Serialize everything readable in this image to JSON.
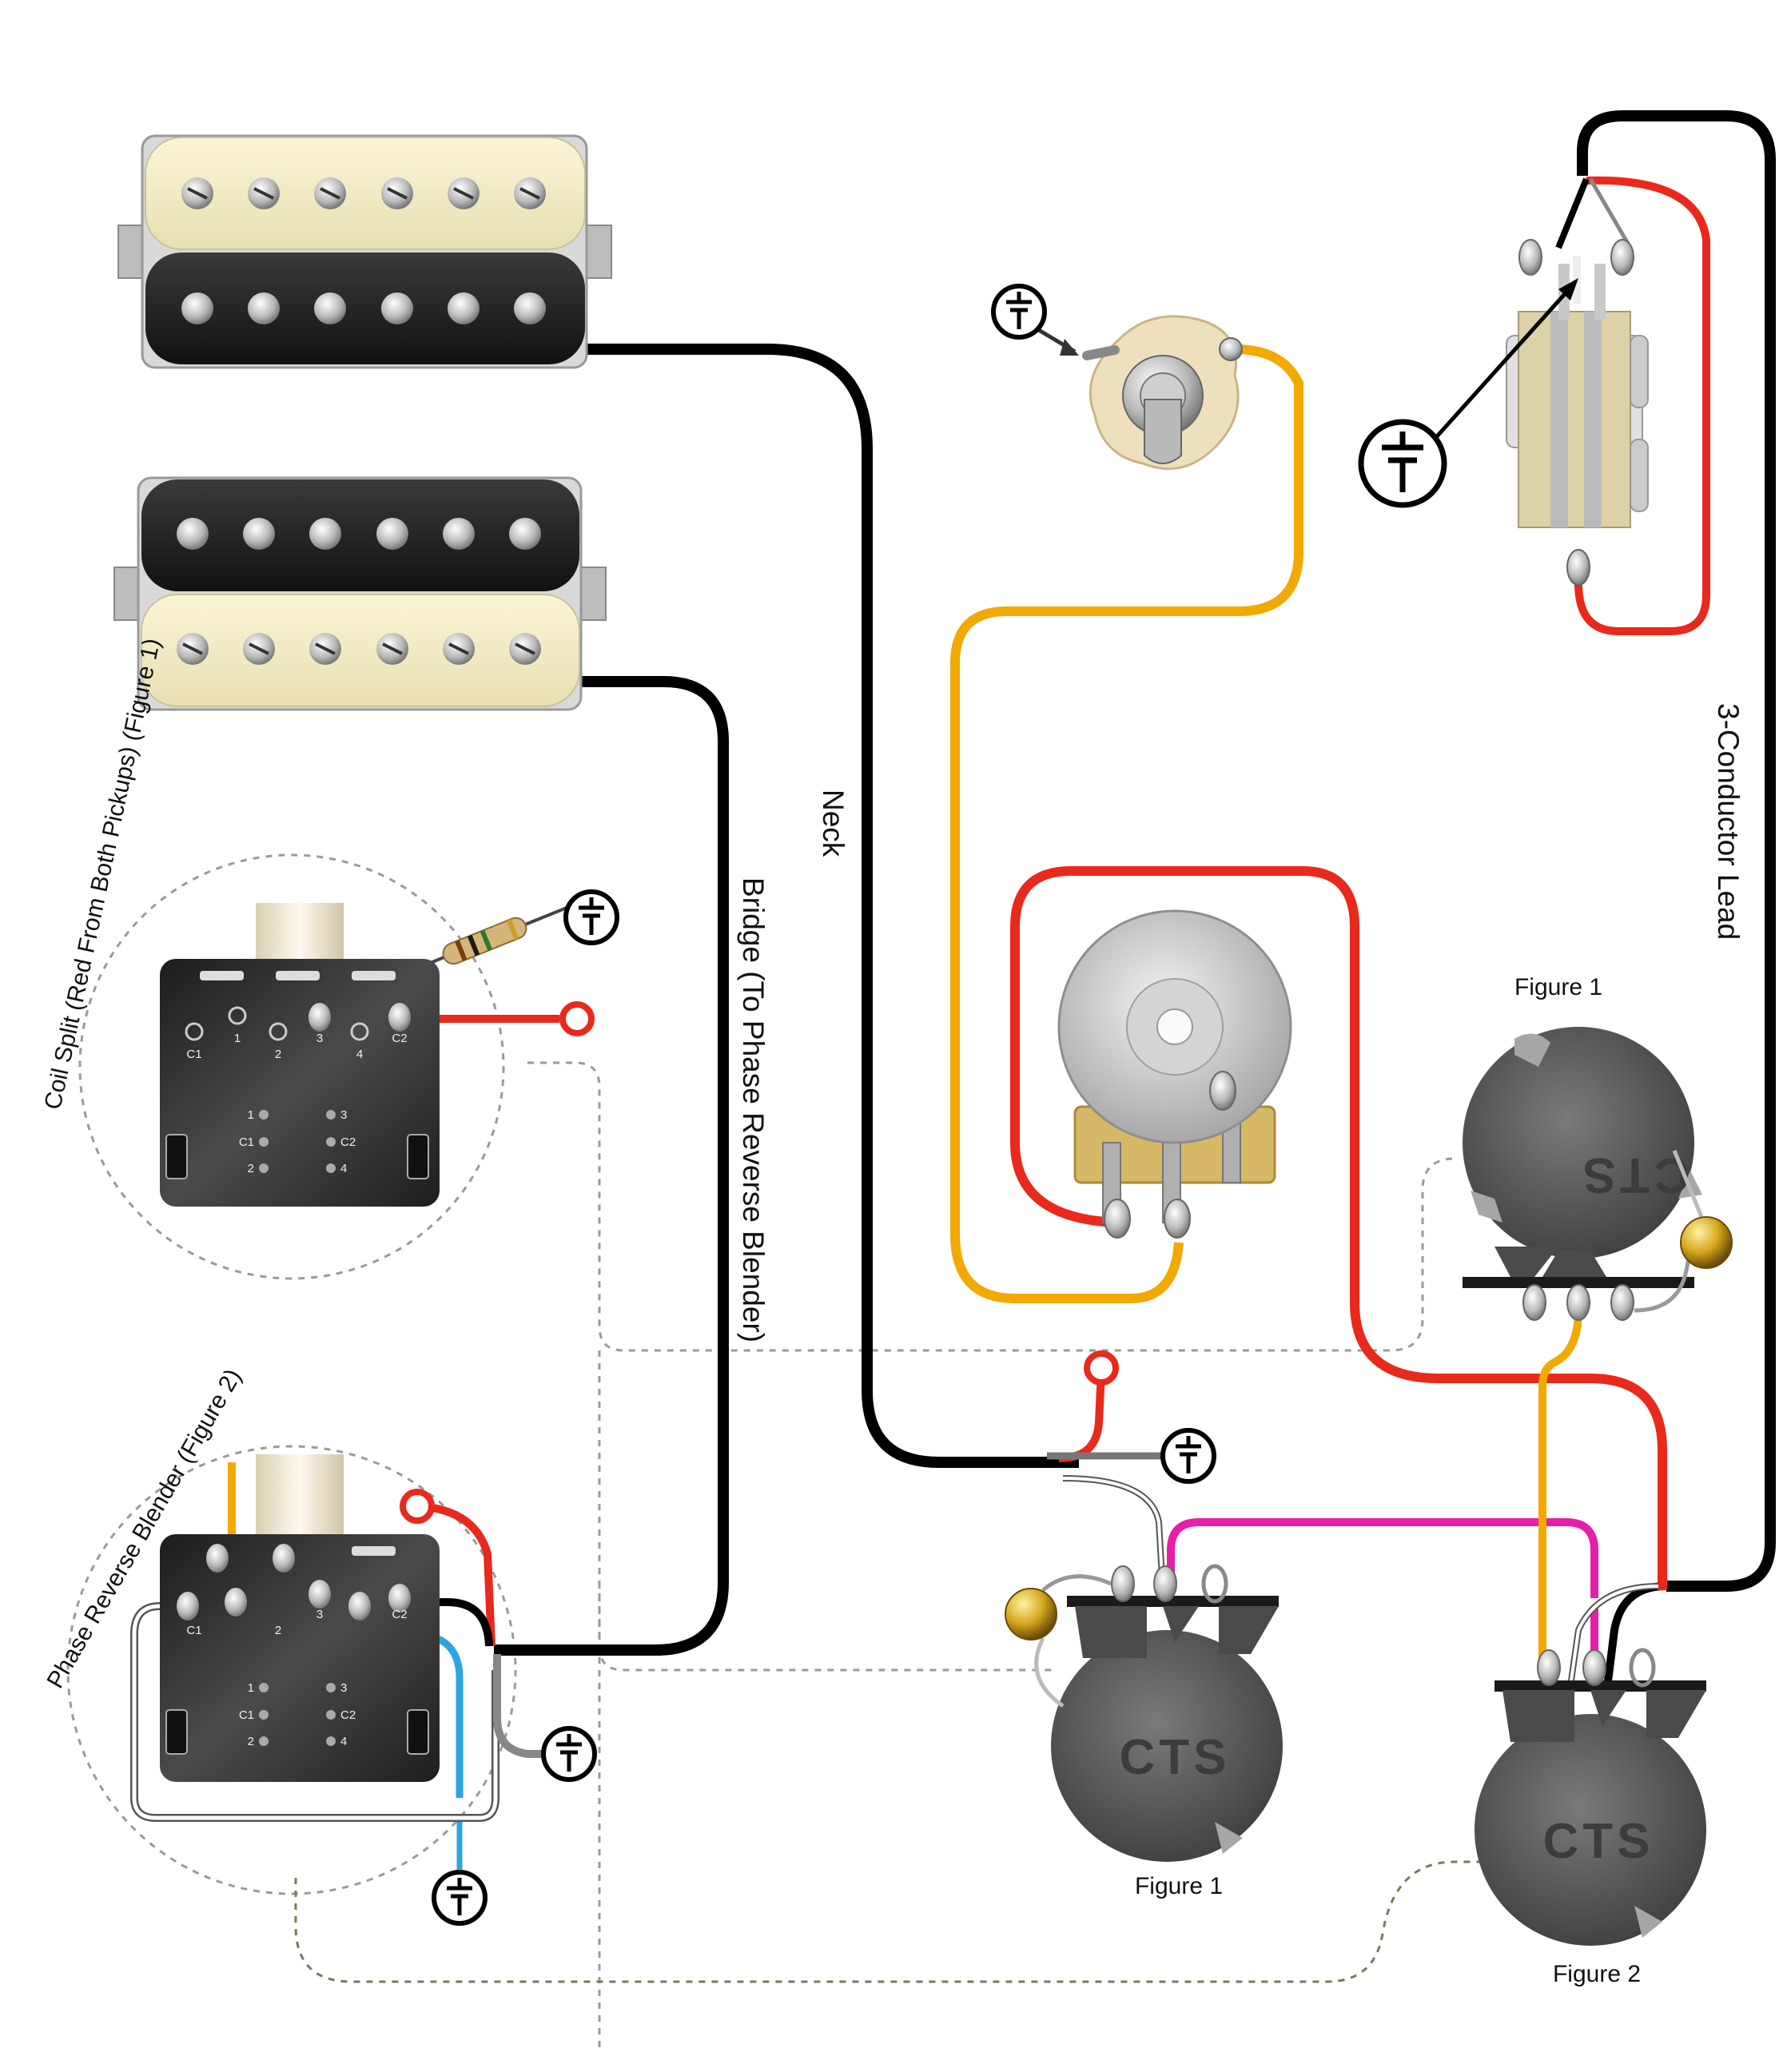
{
  "labels": {
    "neck": "Neck",
    "bridge": "Bridge (To Phase Reverse Blender)",
    "three_conductor": "3-Conductor Lead",
    "coil_split": "Coil Split (Red From Both Pickups)  (Figure 1)",
    "phase_blender": "Phase Reverse Blender (Figure 2)",
    "figure1_top": "Figure 1",
    "figure1_bottom": "Figure 1",
    "figure2_bottom": "Figure 2"
  },
  "pot_brand": {
    "top": "CTS",
    "left": "CTS",
    "right": "CTS"
  },
  "switch_terminals": {
    "top_row": [
      "C1",
      "1",
      "2",
      "3",
      "4",
      "C2"
    ],
    "grid_left": [
      "1",
      "C1",
      "2"
    ],
    "grid_right": [
      "3",
      "C2",
      "4"
    ]
  },
  "wire_colors": {
    "black": "#000000",
    "red": "#e8291c",
    "yellow": "#f2a900",
    "magenta": "#e81da8",
    "green": "#3fd12a",
    "blue": "#2aa7e0",
    "white": "#ffffff",
    "gray": "#8a8a8a"
  },
  "icons": [
    "ground-symbol",
    "humbucker-pickup",
    "output-jack",
    "toggle-switch",
    "push-pull-pot",
    "mini-toggle",
    "capacitor"
  ]
}
